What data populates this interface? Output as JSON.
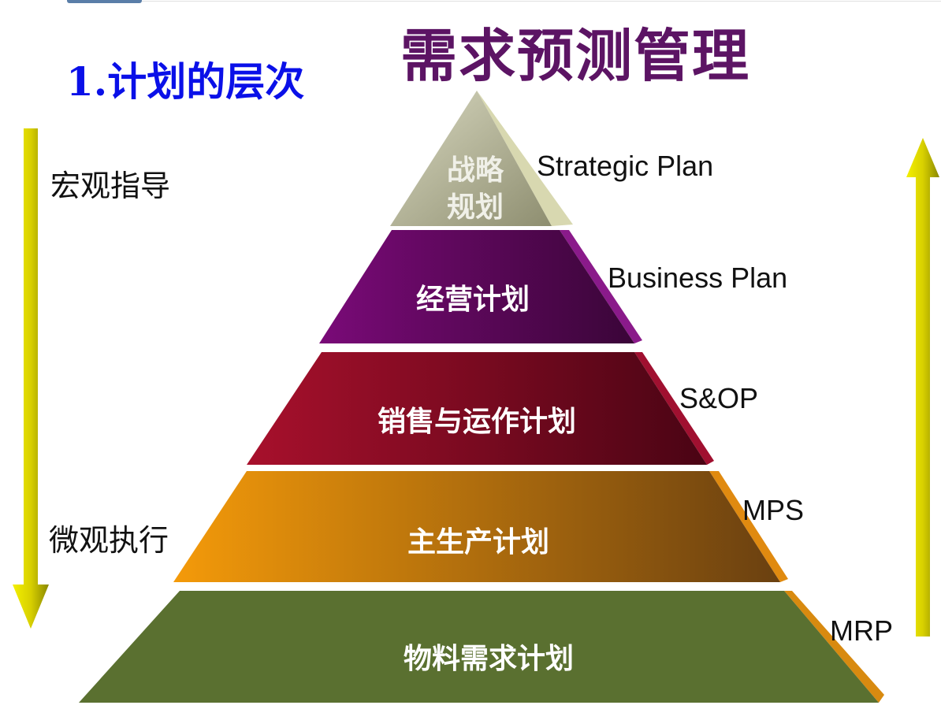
{
  "title": "需求预测管理",
  "subtitle": "1.计划的层次",
  "left_arrow": {
    "top_label": "宏观指导",
    "bottom_label": "微观执行"
  },
  "pyramid": [
    {
      "cn_line1": "战略",
      "cn_line2": "规划",
      "en": "Strategic Plan",
      "color": "#b4b496"
    },
    {
      "cn": "经营计划",
      "en": "Business Plan",
      "color": "#6a0a6a"
    },
    {
      "cn": "销售与运作计划",
      "en": "S&OP",
      "color": "#8a0a28"
    },
    {
      "cn": "主生产计划",
      "en": "MPS",
      "color": "#d88a10"
    },
    {
      "cn": "物料需求计划",
      "en": "MRP",
      "color": "#5a7030"
    }
  ]
}
